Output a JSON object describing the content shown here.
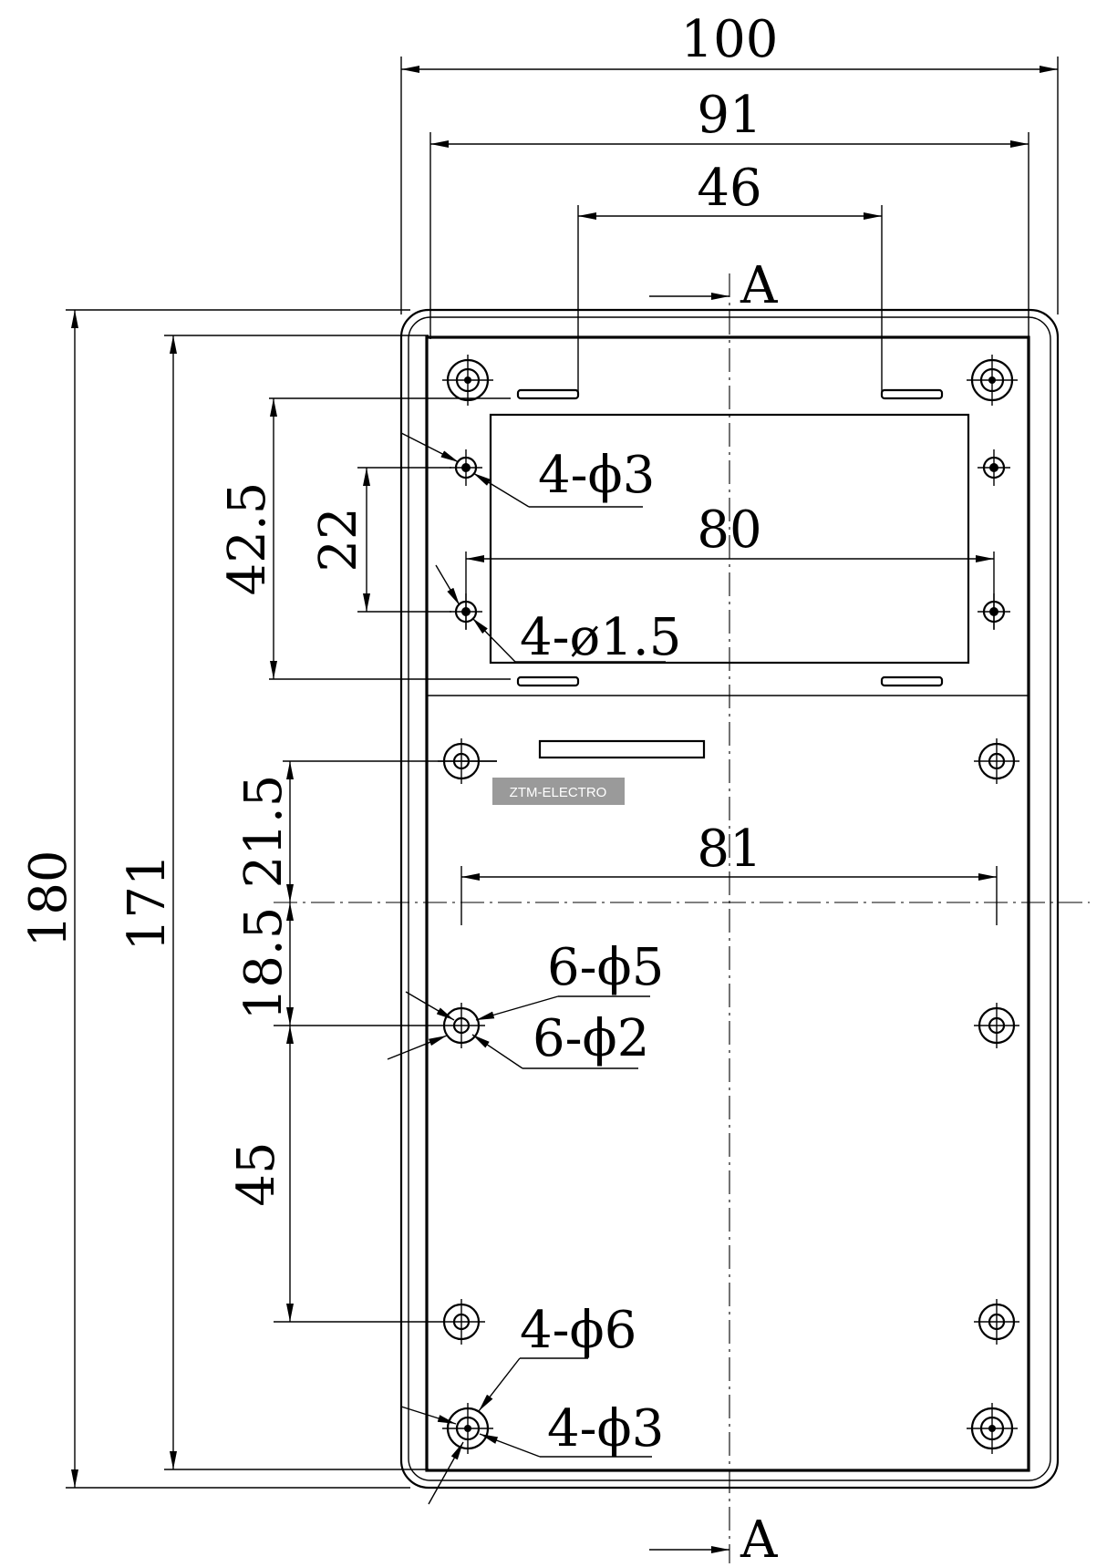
{
  "dimensions": {
    "width_overall": "100",
    "width_inner": "91",
    "width_slots": "46",
    "height_overall": "180",
    "height_inner": "171",
    "display_height": "42.5",
    "display_hole_pitch": "22",
    "display_hole_span": "80",
    "lower_hole_span": "81",
    "offset_upper": "21.5",
    "offset_lower": "18.5",
    "pitch_45": "45"
  },
  "callouts": {
    "display_holes_large": "4-ϕ3",
    "display_holes_small": "4-ø1.5",
    "mid_holes_outer": "6-ϕ5",
    "mid_holes_inner": "6-ϕ2",
    "corner_holes_outer": "4-ϕ6",
    "corner_holes_inner": "4-ϕ3"
  },
  "section": {
    "top_label": "A",
    "bottom_label": "A"
  },
  "watermark": "ZTM-ELECTRO"
}
